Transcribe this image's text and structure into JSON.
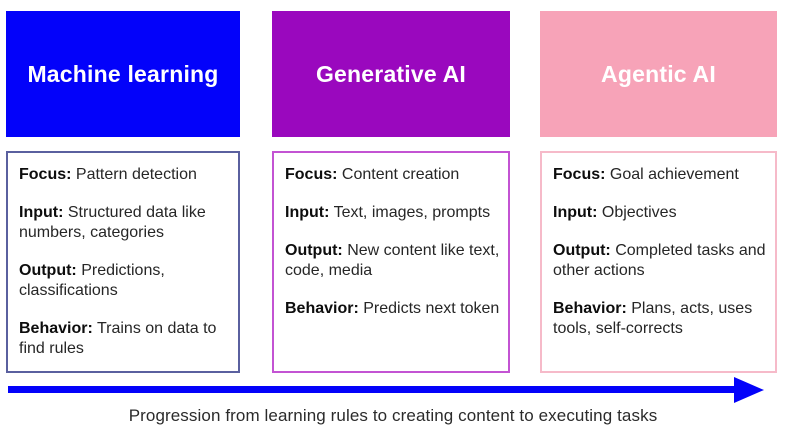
{
  "columns": [
    {
      "title": "Machine learning",
      "header_bg": "#0302FA",
      "border_color": "#5A609F",
      "fields": [
        {
          "label": "Focus:",
          "text": "Pattern detection"
        },
        {
          "label": "Input:",
          "text": "Structured data like numbers, categories"
        },
        {
          "label": "Output:",
          "text": "Predictions, classifications"
        },
        {
          "label": "Behavior:",
          "text": "Trains on data to find rules"
        }
      ]
    },
    {
      "title": "Generative AI",
      "header_bg": "#9A08BE",
      "border_color": "#C353D3",
      "fields": [
        {
          "label": "Focus:",
          "text": "Content creation"
        },
        {
          "label": "Input:",
          "text": "Text, images, prompts"
        },
        {
          "label": "Output:",
          "text": "New content like text, code, media"
        },
        {
          "label": "Behavior:",
          "text": "Predicts next token"
        }
      ]
    },
    {
      "title": "Agentic AI",
      "header_bg": "#F7A3B8",
      "border_color": "#F6BAC9",
      "fields": [
        {
          "label": "Focus:",
          "text": "Goal achievement"
        },
        {
          "label": "Input:",
          "text": "Objectives"
        },
        {
          "label": "Output:",
          "text": "Completed tasks and other actions"
        },
        {
          "label": "Behavior:",
          "text": "Plans, acts, uses tools, self-corrects"
        }
      ]
    }
  ],
  "arrow": {
    "color": "#0302FA"
  },
  "caption": "Progression from learning rules to creating content to executing tasks"
}
